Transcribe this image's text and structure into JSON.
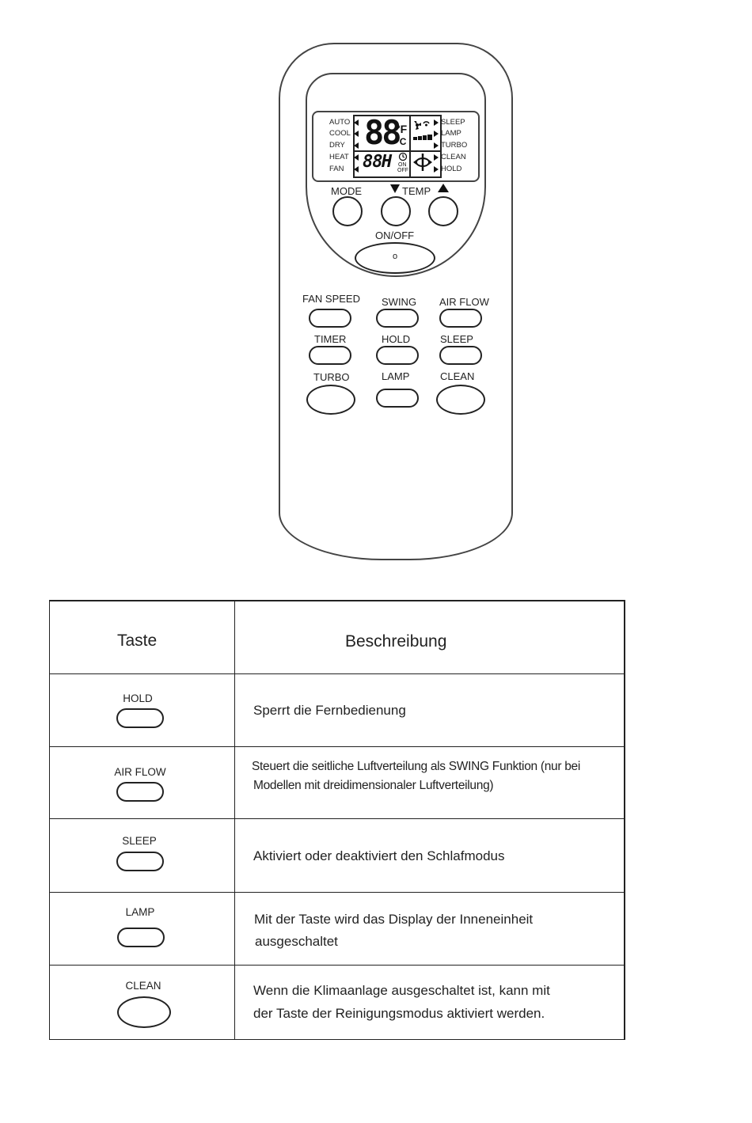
{
  "remote": {
    "lcd": {
      "modes": [
        "AUTO",
        "COOL",
        "DRY",
        "HEAT",
        "FAN"
      ],
      "functions": [
        "SLEEP",
        "LAMP",
        "TURBO",
        "CLEAN",
        "HOLD"
      ],
      "temp_digits": "88",
      "unit_f": "°F",
      "unit_c": "°C",
      "timer_digits": "88",
      "timer_unit": "H",
      "on_label": "ON",
      "off_label": "OFF"
    },
    "buttons": {
      "mode": "MODE",
      "temp": "TEMP",
      "onoff": "ON/OFF",
      "onoff_symbol": "o",
      "fan_speed": "FAN SPEED",
      "swing": "SWING",
      "air_flow": "AIR FLOW",
      "timer": "TIMER",
      "hold": "HOLD",
      "sleep": "SLEEP",
      "turbo": "TURBO",
      "lamp": "LAMP",
      "clean": "CLEAN"
    }
  },
  "table": {
    "headers": {
      "key": "Taste",
      "description": "Beschreibung"
    },
    "rows": [
      {
        "button": "HOLD",
        "description": "Sperrt die Fernbedienung"
      },
      {
        "button": "AIR FLOW",
        "description_line1": "Steuert die seitliche Luftverteilung als SWING Funktion (nur bei",
        "description_line2": "Modellen mit dreidimensionaler Luftverteilung)"
      },
      {
        "button": "SLEEP",
        "description": "Aktiviert oder deaktiviert den Schlafmodus"
      },
      {
        "button": "LAMP",
        "description_line1": "Mit der Taste wird das Display der Inneneinheit",
        "description_line2": "ausgeschaltet"
      },
      {
        "button": "CLEAN",
        "description_line1": "Wenn die Klimaanlage ausgeschaltet ist, kann mit",
        "description_line2": "der Taste der Reinigungsmodus aktiviert werden."
      }
    ]
  }
}
